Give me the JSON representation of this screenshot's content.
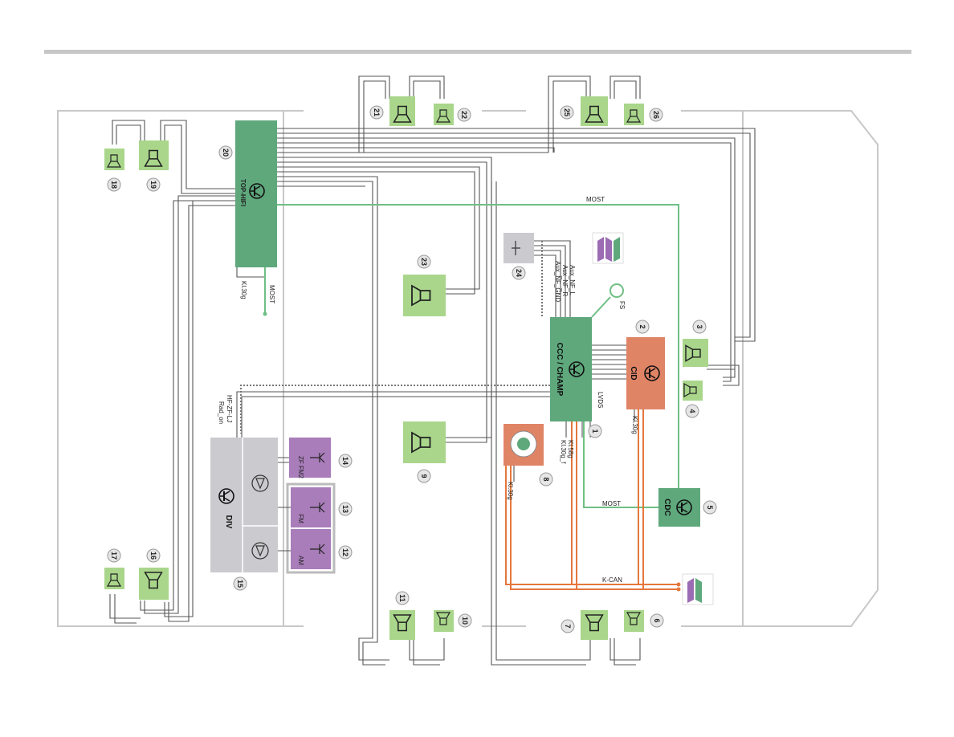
{
  "colors": {
    "speaker_fill": "#a9d68b",
    "module_green": "#5ea87c",
    "module_orange": "#e08466",
    "module_grey": "#cbcbcf",
    "antenna_purple": "#a97cba",
    "most_line": "#6fbf84",
    "kcan_line": "#e5773c",
    "wire": "#555555",
    "body_outline": "#c8c8c8"
  },
  "modules": {
    "top_hifi": "TOP-HIFI",
    "ccc_champ": "CCC / CHAMP",
    "cid": "CID",
    "cdc": "CDC",
    "div": "DIV"
  },
  "bus_labels": {
    "most_top": "MOST",
    "most_left": "MOST",
    "most_bottom": "MOST",
    "kcan": "K-CAN",
    "lvds": "LVDS",
    "fs": "FS"
  },
  "pin_labels": {
    "top_hifi_kl30g": "Kl.30g",
    "ccc_kl58g": "Kl.58g",
    "ccc_kl30g_f": "Kl.30g_f",
    "cid_kl30g": "Kl.30g",
    "ctrl_kl30g": "Kl.30g",
    "aux_l": "Aux_NF_L",
    "aux_r": "Aux_NF_R",
    "aux_gnd": "Aux_NF_GND",
    "hf_zf_lj": "HF-ZF-LJ",
    "rad_on": "Rad_on"
  },
  "antenna_labels": {
    "ant14": "ZF FM2",
    "ant13": "FM",
    "ant12": "AM"
  },
  "numbers": [
    "1",
    "2",
    "3",
    "4",
    "5",
    "6",
    "7",
    "8",
    "9",
    "10",
    "11",
    "12",
    "13",
    "14",
    "15",
    "16",
    "17",
    "18",
    "19",
    "20",
    "21",
    "22",
    "23",
    "24",
    "25",
    "26"
  ],
  "icons": [
    "transistor-icon",
    "speaker-icon",
    "antenna-icon",
    "amplifier-icon",
    "controller-icon",
    "connector-icon"
  ]
}
